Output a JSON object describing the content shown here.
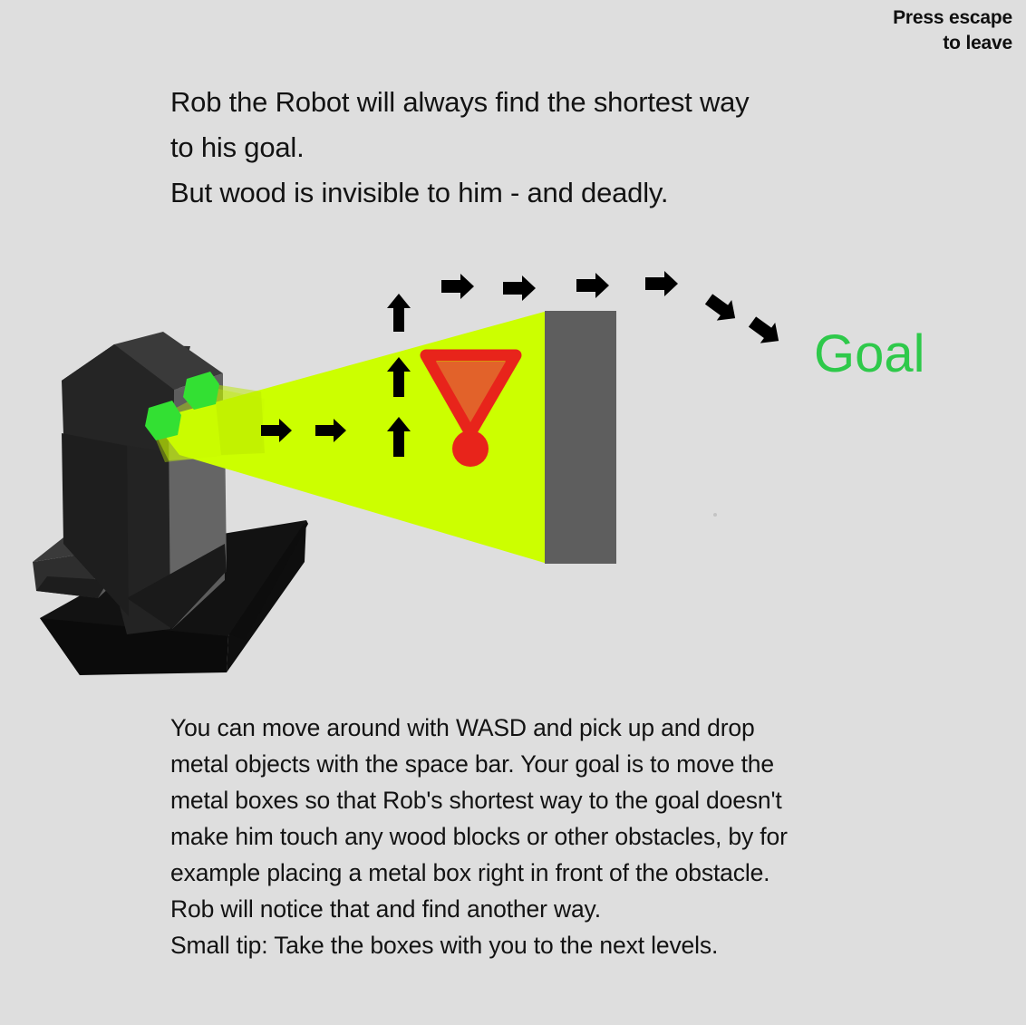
{
  "background_color": "#dedede",
  "escape_hint": {
    "line1": "Press escape",
    "line2": "to leave"
  },
  "intro": {
    "line1": "Rob the Robot will always find the shortest way",
    "line2": "to his goal.",
    "line3": "But wood is invisible to him - and deadly."
  },
  "goal": {
    "label": "Goal",
    "color": "#2ec94a"
  },
  "instructions": {
    "line1": "You can move around with WASD and pick up and drop",
    "line2": "metal objects with the space bar. Your goal is to move the",
    "line3": "metal boxes so that Rob's shortest way to the goal doesn't",
    "line4": "make him touch any wood blocks or other obstacles, by for",
    "line5": "example placing a metal box right in front of the obstacle.",
    "line6": "Rob will notice that and find another way.",
    "line7": "Small tip: Take the boxes with you to the next levels."
  },
  "scene": {
    "robot": {
      "name": "Rob the Robot",
      "body_color": "#2b2b2b",
      "body_light_color": "#606060",
      "base_color": "#141414",
      "eye_color": "#33e033"
    },
    "vision_cone": {
      "color": "#ccff00",
      "label": "robot vision cone"
    },
    "obstacle_block": {
      "color": "#5e5e5e",
      "label": "wood obstacle block"
    },
    "warning_sign": {
      "outline_color": "#e8241b",
      "fill_color": "#e2622a",
      "dot_color": "#e8241b",
      "label": "danger exclamation mark"
    },
    "path_arrows": {
      "color": "#000000",
      "count_up": 3,
      "count_right_low": 2,
      "count_right_top": 4,
      "count_diagonal": 2
    }
  }
}
